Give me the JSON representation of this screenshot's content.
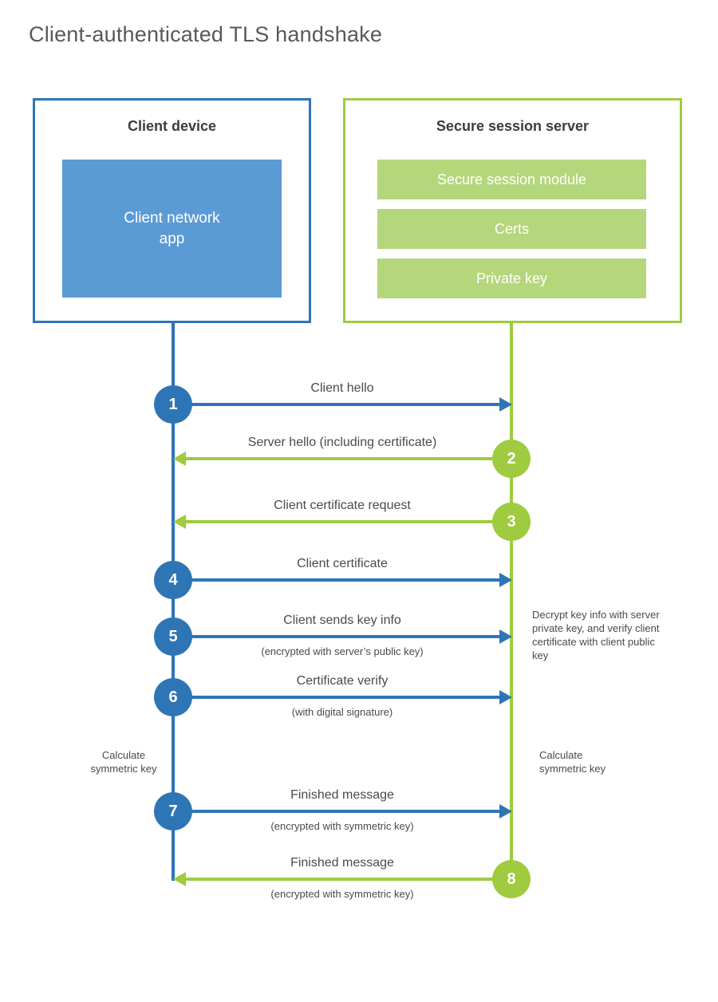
{
  "title": "Client-authenticated TLS handshake",
  "colors": {
    "blue_stroke": "#2e75b6",
    "blue_fill": "#5b9bd5",
    "green_stroke": "#9ecb3f",
    "green_fill": "#b4d77b",
    "text_dark": "#3c3c3c",
    "text_gray": "#4a4a4a",
    "title_gray": "#595959"
  },
  "client_box": {
    "header": "Client device",
    "app_label": "Client network\napp"
  },
  "server_box": {
    "header": "Secure session server",
    "bars": [
      "Secure session module",
      "Certs",
      "Private key"
    ]
  },
  "messages": [
    {
      "num": "1",
      "label": "Client hello"
    },
    {
      "num": "2",
      "label": "Server hello (including certificate)"
    },
    {
      "num": "3",
      "label": "Client certificate request"
    },
    {
      "num": "4",
      "label": "Client certificate"
    },
    {
      "num": "5",
      "label": "Client sends key info",
      "sublabel": "(encrypted with server’s public key)"
    },
    {
      "num": "6",
      "label": "Certificate verify",
      "sublabel": "(with digital signature)"
    },
    {
      "num": "7",
      "label": "Finished message",
      "sublabel": "(encrypted with symmetric key)"
    },
    {
      "num": "8",
      "label": "Finished message",
      "sublabel": "(encrypted with symmetric key)"
    }
  ],
  "annotations": {
    "decrypt_note": "Decrypt key info with server private key, and verify client certificate with client public key",
    "calc_left": "Calculate symmetric key",
    "calc_right": "Calculate symmetric key"
  }
}
